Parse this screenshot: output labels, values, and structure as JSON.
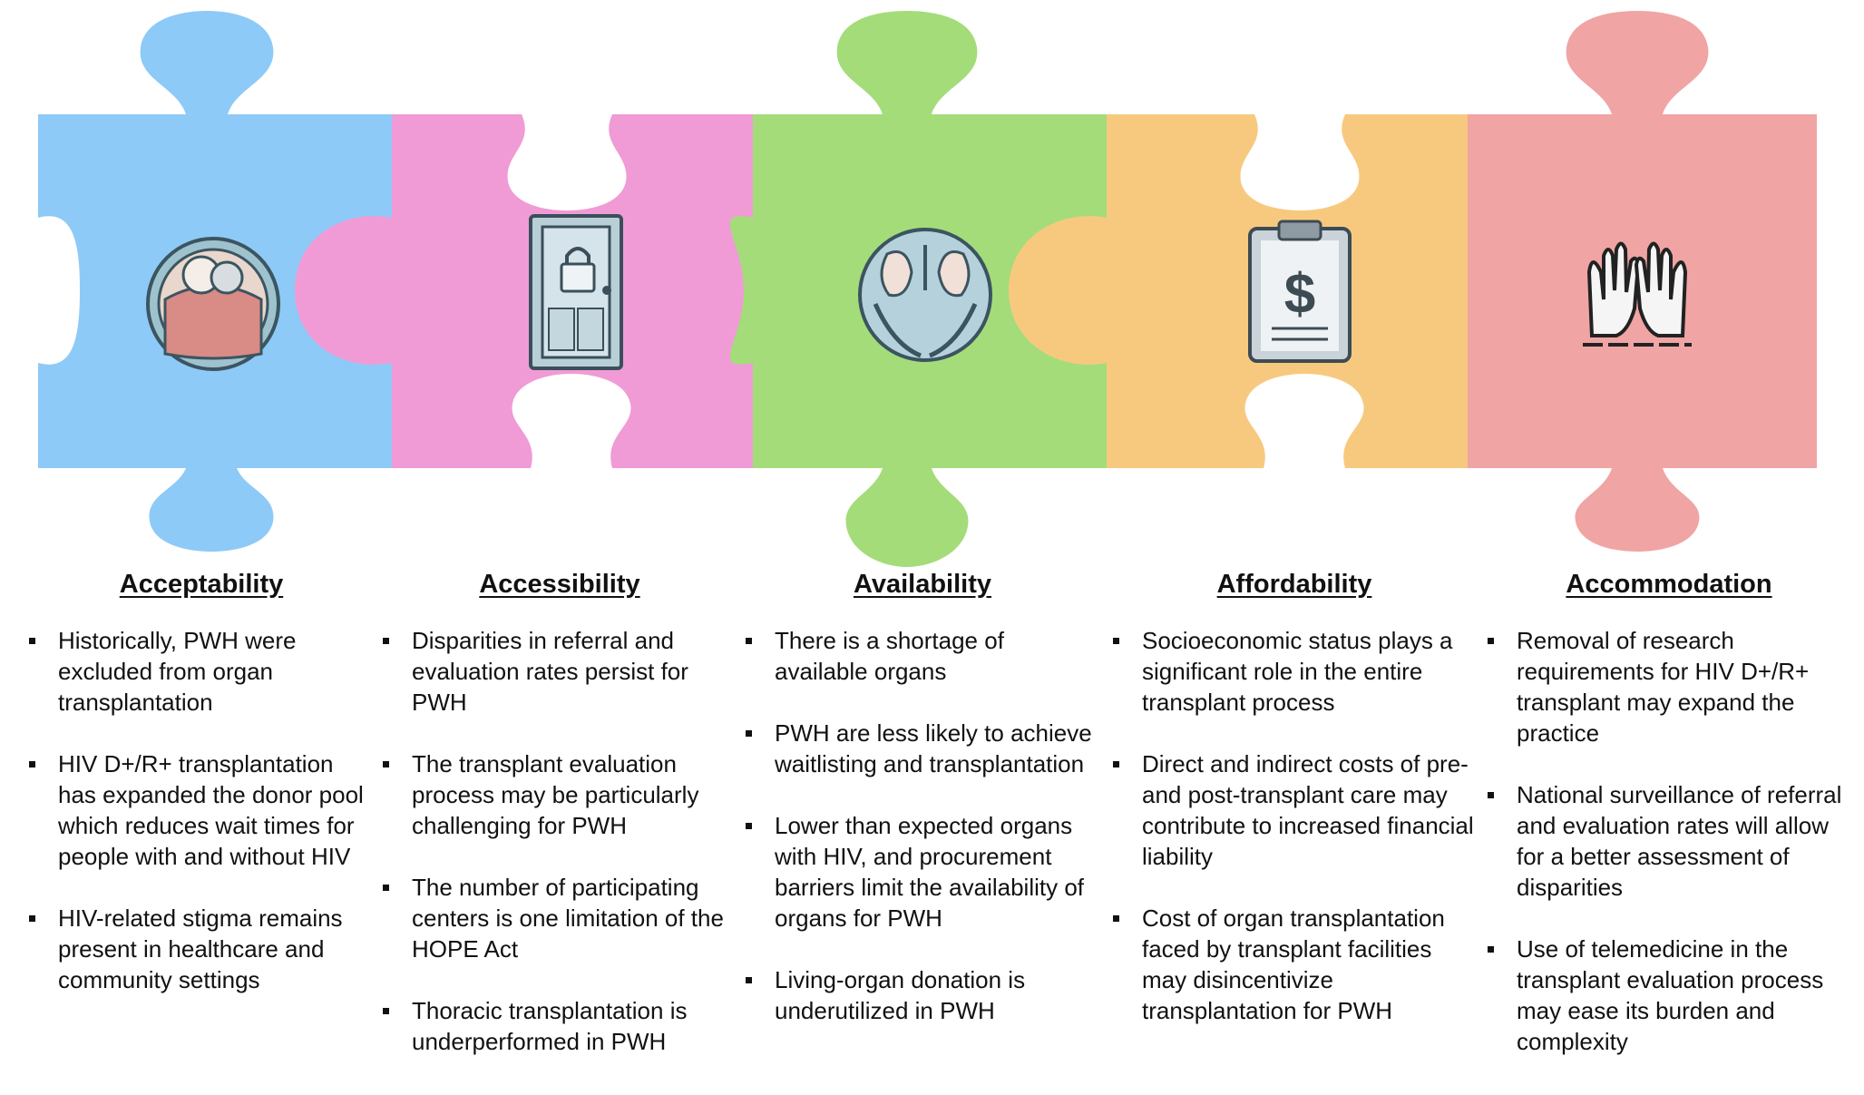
{
  "colors": {
    "acceptability": "#8ecaf7",
    "accessibility": "#f09bd6",
    "availability": "#a4dc7a",
    "affordability": "#f7c97f",
    "accommodation": "#f0a4a4"
  },
  "pieces": [
    {
      "name": "acceptability",
      "icon": "two-people-circle-icon"
    },
    {
      "name": "accessibility",
      "icon": "locked-door-icon"
    },
    {
      "name": "availability",
      "icon": "kidneys-in-hands-icon"
    },
    {
      "name": "affordability",
      "icon": "dollar-clipboard-icon"
    },
    {
      "name": "accommodation",
      "icon": "open-hands-icon"
    }
  ],
  "columns": [
    {
      "title": "Acceptability",
      "bullets": [
        "Historically, PWH were excluded from organ transplantation",
        "HIV D+/R+ transplantation has expanded the donor pool which reduces wait times for people with and without HIV",
        "HIV-related stigma remains present in healthcare and community settings"
      ]
    },
    {
      "title": "Accessibility",
      "bullets": [
        "Disparities in referral and evaluation rates persist for PWH",
        "The transplant evaluation process may be particularly challenging for PWH",
        "The number of participating centers is one limitation of the HOPE Act",
        "Thoracic transplantation is underperformed in PWH"
      ]
    },
    {
      "title": "Availability",
      "bullets": [
        "There is a shortage of available organs",
        "PWH are less likely to achieve waitlisting and transplantation",
        "Lower than expected organs with HIV, and procurement barriers limit the availability of organs for PWH",
        "Living-organ donation is underutilized in PWH"
      ]
    },
    {
      "title": "Affordability",
      "bullets": [
        "Socioeconomic status plays a significant role in the entire transplant process",
        "Direct and indirect costs of pre-and post-transplant care may contribute to increased financial liability",
        "Cost of organ transplantation faced by transplant facilities may disincentivize transplantation for PWH"
      ]
    },
    {
      "title": "Accommodation",
      "bullets": [
        "Removal of research requirements for HIV D+/R+ transplant may expand the practice",
        "National surveillance of referral and evaluation rates will allow for a better assessment of disparities",
        "Use of telemedicine in the transplant evaluation process may ease its burden and complexity"
      ]
    }
  ]
}
